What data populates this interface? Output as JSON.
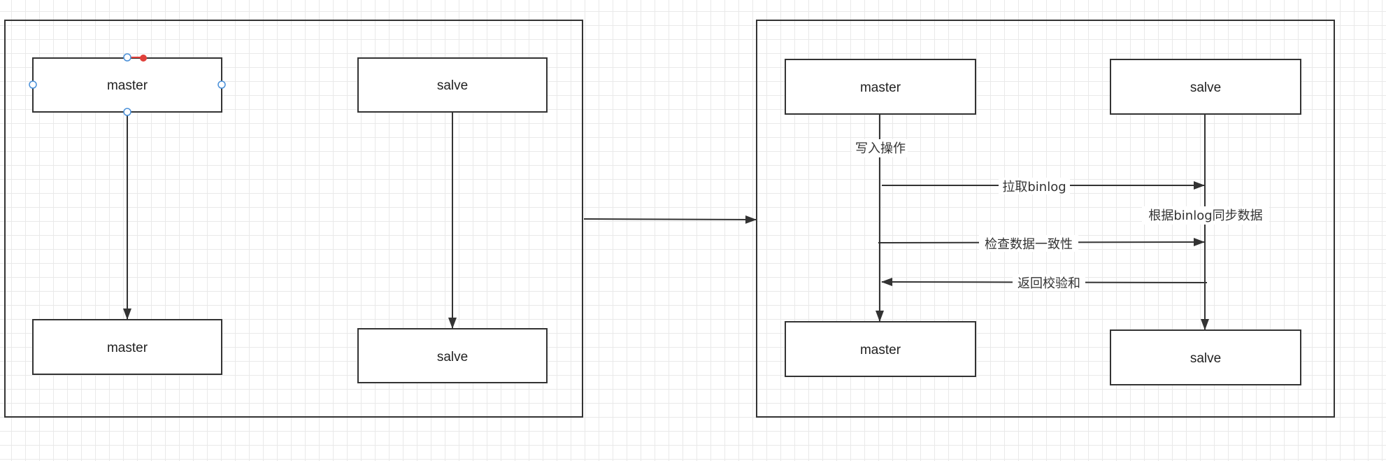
{
  "colors": {
    "stroke": "#333333",
    "selection_handle": "#4a90d9",
    "selection_handle_active": "#e0403a"
  },
  "left_panel": {
    "master_top": "master",
    "salve_top": "salve",
    "master_bottom": "master",
    "salve_bottom": "salve"
  },
  "right_panel": {
    "master_top": "master",
    "salve_top": "salve",
    "master_bottom": "master",
    "salve_bottom": "salve",
    "labels": {
      "write_op": "写入操作",
      "pull_binlog": "拉取binlog",
      "sync_by_binlog": "根据binlog同步数据",
      "check_consistency": "检查数据一致性",
      "return_checksum": "返回校验和"
    }
  }
}
